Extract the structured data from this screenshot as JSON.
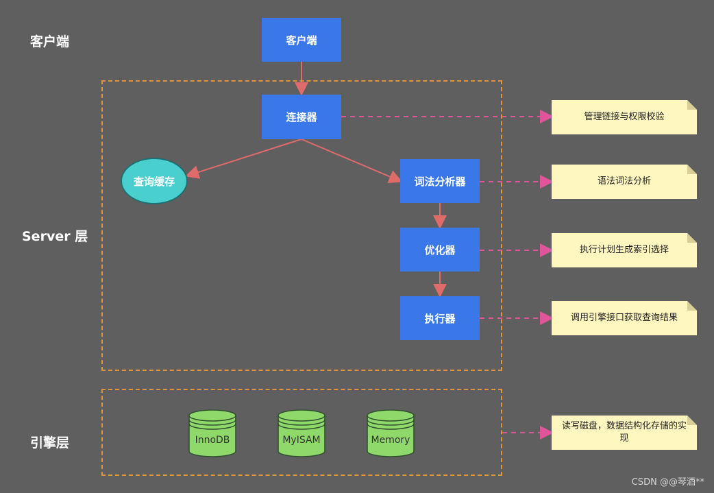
{
  "labels": {
    "client_layer": "客户端",
    "server_layer": "Server 层",
    "engine_layer": "引擎层"
  },
  "nodes": {
    "client": "客户端",
    "connector": "连接器",
    "query_cache": "查询缓存",
    "analyzer": "词法分析器",
    "optimizer": "优化器",
    "executor": "执行器"
  },
  "engines": [
    "InnoDB",
    "MyISAM",
    "Memory"
  ],
  "notes": {
    "connector": "管理链接与权限校验",
    "analyzer": "语法词法分析",
    "optimizer": "执行计划生成索引选择",
    "executor": "调用引擎接口获取查询结果",
    "engine": "读写磁盘，数据结构化存储的实现"
  },
  "colors": {
    "background": "#5f5f5f",
    "process_box": "#3a78ea",
    "cache": "#4acfcf",
    "engine": "#8fd86a",
    "note": "#fff6c0",
    "group_border": "#e0953c",
    "solid_arrow": "#e06b6b",
    "dashed_arrow": "#e0559a"
  },
  "watermark": "CSDN @@琴酒**"
}
